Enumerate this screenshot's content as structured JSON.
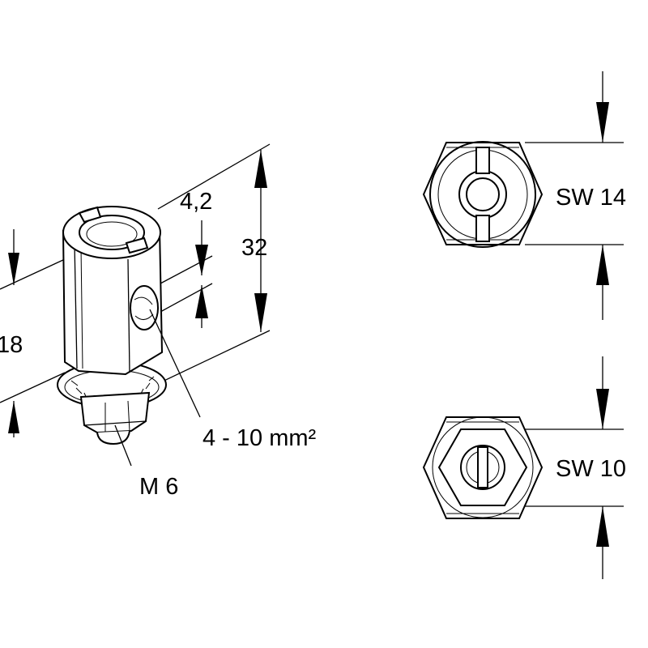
{
  "labels": {
    "dim_height_total": "32",
    "dim_height_body": "18",
    "dim_hole": "4,2",
    "conductor_range": "4 - 10 mm²",
    "thread": "M 6",
    "wrench_top": "SW 14",
    "wrench_bottom": "SW 10"
  }
}
